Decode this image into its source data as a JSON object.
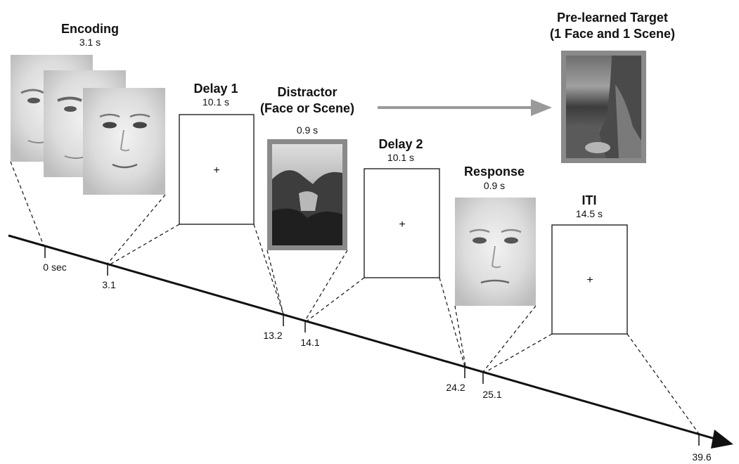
{
  "encoding": {
    "title": "Encoding",
    "duration": "3.1 s"
  },
  "delay1": {
    "title": "Delay 1",
    "duration": "10.1 s",
    "fixation": "+"
  },
  "distractor": {
    "title_line1": "Distractor",
    "title_line2": "(Face or Scene)",
    "duration": "0.9 s"
  },
  "delay2": {
    "title": "Delay 2",
    "duration": "10.1 s",
    "fixation": "+"
  },
  "response": {
    "title": "Response",
    "duration": "0.9 s"
  },
  "iti": {
    "title": "ITI",
    "duration": "14.5 s",
    "fixation": "+"
  },
  "target": {
    "title_line1": "Pre-learned Target",
    "title_line2": "(1 Face and 1 Scene)"
  },
  "timeline": {
    "ticks": [
      {
        "label": "0 sec"
      },
      {
        "label": "3.1"
      },
      {
        "label": "13.2"
      },
      {
        "label": "14.1"
      },
      {
        "label": "24.2"
      },
      {
        "label": "25.1"
      },
      {
        "label": "39.6"
      }
    ]
  },
  "colors": {
    "arrow": "#9a9a9a",
    "scene_border": "#8a8a8a",
    "face_bg": "#d9d9d9",
    "line": "#111111"
  }
}
